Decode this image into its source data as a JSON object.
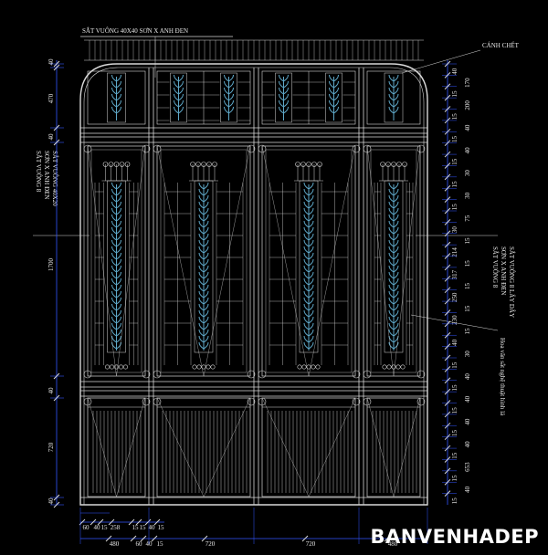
{
  "title": "SẮT VUÔNG 40X40 SƠN X ANH ĐEN",
  "callout_right_top": "CÁNH CHẾT",
  "left_note": [
    "SẮT VUÔNG 8",
    "SƠN X ANH ĐEN",
    "SẮT VUÔNG 40X20"
  ],
  "right_note": [
    "SẮT VUÔNG 8",
    "SƠN X ANH ĐEN",
    "SẮT VUÔNG 8 LẤY DÂY"
  ],
  "right_vertical_note": "Hoa văn sắt nghệ thuật hình lá",
  "left_dims": [
    "40",
    "470",
    "40",
    "1700",
    "40",
    "720",
    "40"
  ],
  "right_dims": [
    "40",
    "170",
    "15",
    "200",
    "15",
    "40",
    "15",
    "40",
    "15",
    "30",
    "15",
    "30",
    "15",
    "75",
    "30",
    "15",
    "214",
    "15",
    "317",
    "15",
    "250",
    "15",
    "230",
    "15",
    "40",
    "30",
    "15",
    "40",
    "15",
    "40",
    "15",
    "40",
    "15",
    "40",
    "15",
    "653",
    "15",
    "40",
    "15"
  ],
  "bottom_dims_row1": [
    "60",
    "40",
    "15",
    "258",
    "15",
    "15",
    "40",
    "15"
  ],
  "bottom_dims_row2": [
    "480",
    "60",
    "40",
    "15",
    "720",
    "720",
    "480"
  ],
  "watermark": "BANVENHADEP",
  "colors": {
    "line": "#d8d8d8",
    "dim": "#3355ff",
    "leaf": "#5fa8c8",
    "text": "#e8e8e8",
    "yellow": "#ffff33"
  }
}
